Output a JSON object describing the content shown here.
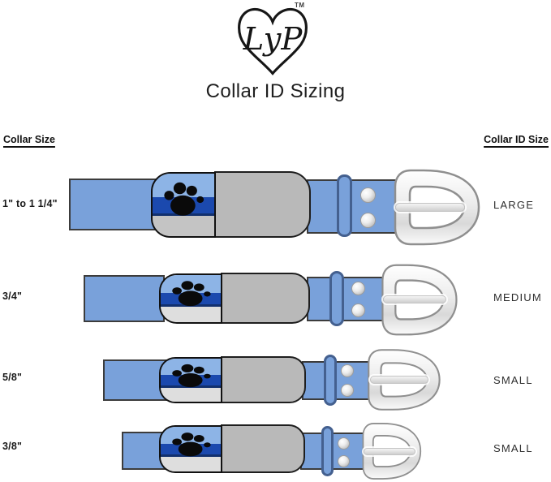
{
  "logo": {
    "text": "LyP",
    "trademark": "TM"
  },
  "title": "Collar ID Sizing",
  "columns": {
    "left": "Collar Size",
    "right": "Collar ID Size"
  },
  "rows": [
    {
      "collar_size": "1\" to 1 1/4\"",
      "id_size": "LARGE"
    },
    {
      "collar_size": "3/4\"",
      "id_size": "MEDIUM"
    },
    {
      "collar_size": "5/8\"",
      "id_size": "SMALL"
    },
    {
      "collar_size": "3/8\"",
      "id_size": "SMALL"
    }
  ],
  "colors": {
    "strap_blue": "#79a1da",
    "strap_border": "#3c3c3c",
    "keeper_border": "#44608f",
    "badge_light_blue": "#8db4e6",
    "badge_dark_blue": "#1b49ae",
    "badge_dark_edge": "#12306e",
    "badge_gray": "#dedede",
    "badge_gray_row1": "#c4c4c4",
    "tag_gray": "#b9b9b9",
    "tag_border": "#1e1e1e",
    "buckle_stroke": "#8f8f8f",
    "paw_black": "#0a0a0a",
    "text_dark": "#1c1c1c"
  }
}
